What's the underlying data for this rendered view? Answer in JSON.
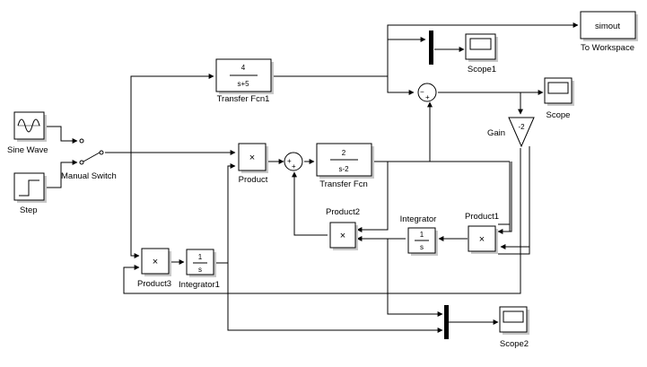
{
  "blocks": {
    "sine_wave": {
      "label": "Sine Wave"
    },
    "step": {
      "label": "Step"
    },
    "manual_switch": {
      "label": "Manual Switch"
    },
    "transfer_fcn1": {
      "label": "Transfer Fcn1",
      "numerator": "4",
      "denominator": "s+5"
    },
    "transfer_fcn": {
      "label": "Transfer Fcn",
      "numerator": "2",
      "denominator": "s-2"
    },
    "product": {
      "label": "Product",
      "symbol": "×"
    },
    "product1": {
      "label": "Product1",
      "symbol": "×"
    },
    "product2": {
      "label": "Product2",
      "symbol": "×"
    },
    "product3": {
      "label": "Product3",
      "symbol": "×"
    },
    "integrator": {
      "label": "Integrator",
      "numerator": "1",
      "denominator": "s"
    },
    "integrator1": {
      "label": "Integrator1",
      "numerator": "1",
      "denominator": "s"
    },
    "gain": {
      "label": "Gain",
      "value": "-2"
    },
    "scope": {
      "label": "Scope"
    },
    "scope1": {
      "label": "Scope1"
    },
    "scope2": {
      "label": "Scope2"
    },
    "to_workspace": {
      "label": "To Workspace",
      "variable": "simout"
    },
    "sum_top": {
      "minus": "−",
      "plus": "+"
    },
    "sum_mid": {
      "plus1": "+",
      "plus2": "+"
    }
  }
}
